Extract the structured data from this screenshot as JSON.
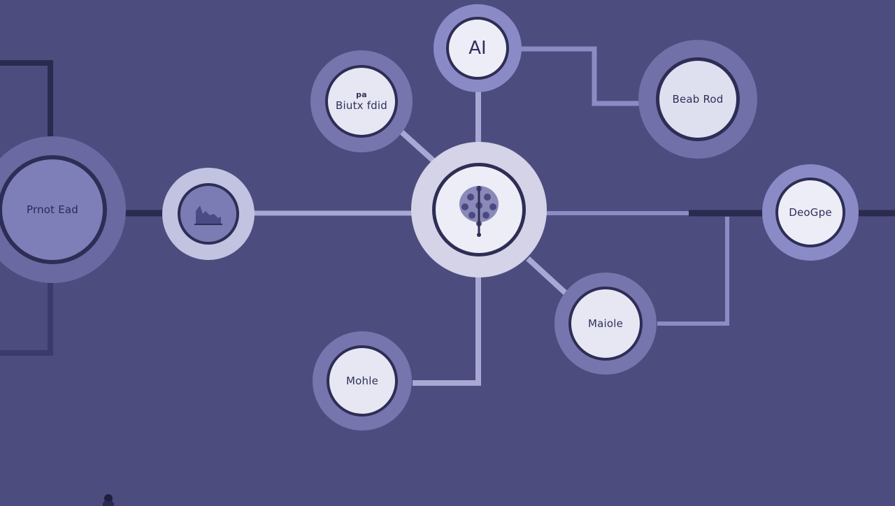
{
  "diagram": {
    "nodes": {
      "product": {
        "label": "Prnot Ead"
      },
      "chart": {
        "icon": "area-chart-icon"
      },
      "hub": {
        "icon": "brain-network-icon"
      },
      "ai": {
        "label": "AI"
      },
      "build": {
        "label_top": "pa",
        "label": "Biutx fdid"
      },
      "beab": {
        "label": "Beab Rod"
      },
      "deogpe": {
        "label": "DeoGpe"
      },
      "maiole": {
        "label": "Maiole"
      },
      "mobile": {
        "label": "Mohle"
      }
    },
    "colors": {
      "background": "#4d4c7f",
      "connector_light": "#a9a8d4",
      "connector_dark": "#2b2a4f",
      "halo": "#6f6ea6",
      "core_fill": "#e9eaf5",
      "core_ring": "#2e2d55",
      "label": "#2f2f5a"
    }
  }
}
